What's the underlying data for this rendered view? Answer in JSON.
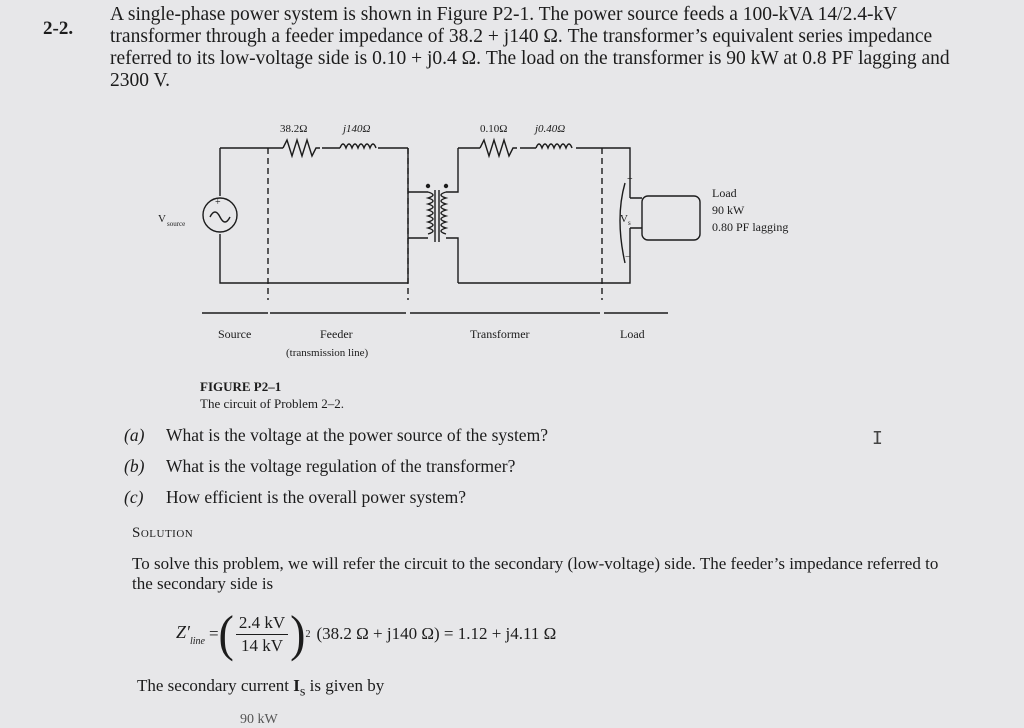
{
  "problem": {
    "number": "2-2.",
    "text": "A single-phase power system is shown in Figure P2-1. The power source feeds a 100-kVA 14/2.4-kV transformer through a feeder impedance of 38.2 + j140 Ω. The transformer’s equivalent series impedance referred to its low-voltage side is 0.10 + j0.4 Ω. The load on the transformer is 90 kW at 0.8 PF lagging and 2300 V."
  },
  "figure": {
    "feeder_r": "38.2Ω",
    "feeder_x": "j140Ω",
    "xfmr_r": "0.10Ω",
    "xfmr_x": "j0.40Ω",
    "v_source_main": "V",
    "v_source_sub": "source",
    "vs_main": "V",
    "vs_sub": "s",
    "load_line1": "Load",
    "load_line2": "90 kW",
    "load_line3": "0.80 PF lagging",
    "section_source": "Source",
    "section_feeder": "Feeder",
    "section_feeder_sub": "(transmission line)",
    "section_transformer": "Transformer",
    "section_load": "Load",
    "plus": "+",
    "minus": "−",
    "caption_label": "FIGURE P2–1",
    "caption_text": "The circuit of Problem 2–2."
  },
  "questions": [
    {
      "letter": "(a)",
      "text": "What is the voltage at the power source of the system?"
    },
    {
      "letter": "(b)",
      "text": "What is the voltage regulation of the transformer?"
    },
    {
      "letter": "(c)",
      "text": "How efficient is the overall power system?"
    }
  ],
  "cursor": "I",
  "solution": {
    "heading": "Solution",
    "intro": "To solve this problem, we will refer the circuit to the secondary (low-voltage) side. The feeder’s impedance referred to the secondary side is",
    "formula": {
      "z": "Z",
      "z_prime": "′",
      "z_sub": "line",
      "equals": "=",
      "num": "2.4 kV",
      "den": "14 kV",
      "exp": "2",
      "rhs": "(38.2 Ω + j140 Ω) = 1.12 + j4.11 Ω"
    },
    "secondary_text": "The secondary current",
    "secondary_symbol": "I",
    "secondary_sub": "s",
    "secondary_tail": "is given by",
    "cutoff": "90 kW"
  }
}
